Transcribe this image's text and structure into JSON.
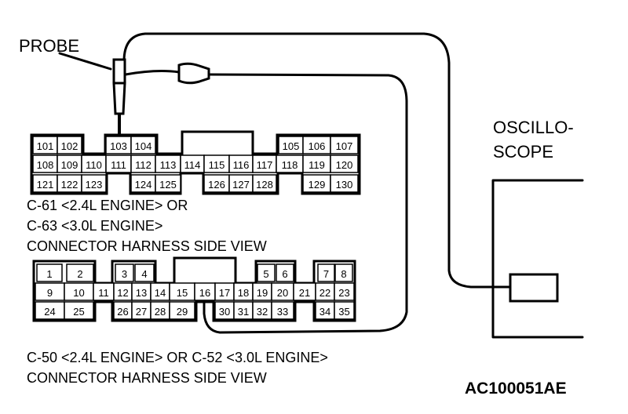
{
  "probe_label": "PROBE",
  "oscilloscope_label_line1": "OSCILLO-",
  "oscilloscope_label_line2": "SCOPE",
  "figure_code": "AC100051AE",
  "connector_top": {
    "caption_lines": [
      "C-61 <2.4L ENGINE> OR",
      "C-63 <3.0L ENGINE>",
      "CONNECTOR HARNESS  SIDE VIEW"
    ],
    "pins": {
      "row1": [
        "101",
        "102",
        "103",
        "104",
        "105",
        "106",
        "107"
      ],
      "row2": [
        "108",
        "109",
        "110",
        "111",
        "112",
        "113",
        "114",
        "115",
        "116",
        "117",
        "118",
        "119",
        "120"
      ],
      "row3": [
        "121",
        "122",
        "123",
        "124",
        "125",
        "126",
        "127",
        "128",
        "129",
        "130"
      ]
    }
  },
  "connector_bottom": {
    "caption_lines": [
      "C-50 <2.4L ENGINE> OR C-52 <3.0L ENGINE>",
      "CONNECTOR HARNESS SIDE VIEW"
    ],
    "pins": {
      "row1": [
        "1",
        "2",
        "3",
        "4",
        "5",
        "6",
        "7",
        "8"
      ],
      "row2": [
        "9",
        "10",
        "11",
        "12",
        "13",
        "14",
        "15",
        "16",
        "17",
        "18",
        "19",
        "20",
        "21",
        "22",
        "23"
      ],
      "row3": [
        "24",
        "25",
        "26",
        "27",
        "28",
        "29",
        "30",
        "31",
        "32",
        "33",
        "34",
        "35"
      ]
    }
  }
}
